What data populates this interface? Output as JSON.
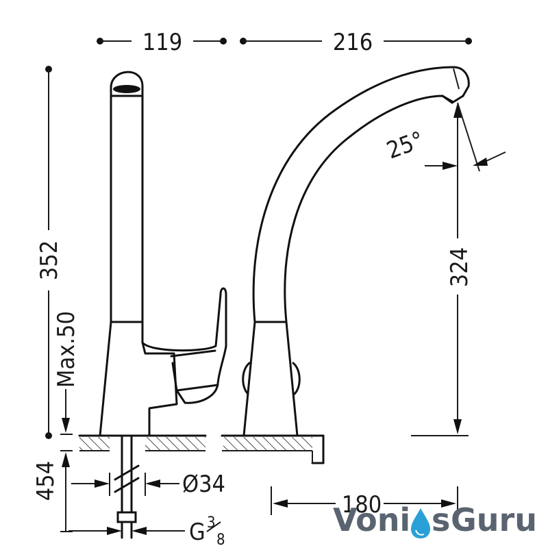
{
  "dimensions": {
    "base_width": "119",
    "spout_reach": "216",
    "total_height": "352",
    "max_deck": "Max.50",
    "spout_height": "324",
    "spout_angle": "25°",
    "shank_length": "454",
    "hole_diameter": "Ø34",
    "connection_prefix": "G",
    "connection_num": "3",
    "connection_den": "8",
    "rotation_span": "180"
  },
  "watermark": {
    "part1": "Voni",
    "part2": "s",
    "part3": "Guru",
    "colors": {
      "primary": "#5a6470",
      "accent": "#2aa0d8"
    }
  }
}
